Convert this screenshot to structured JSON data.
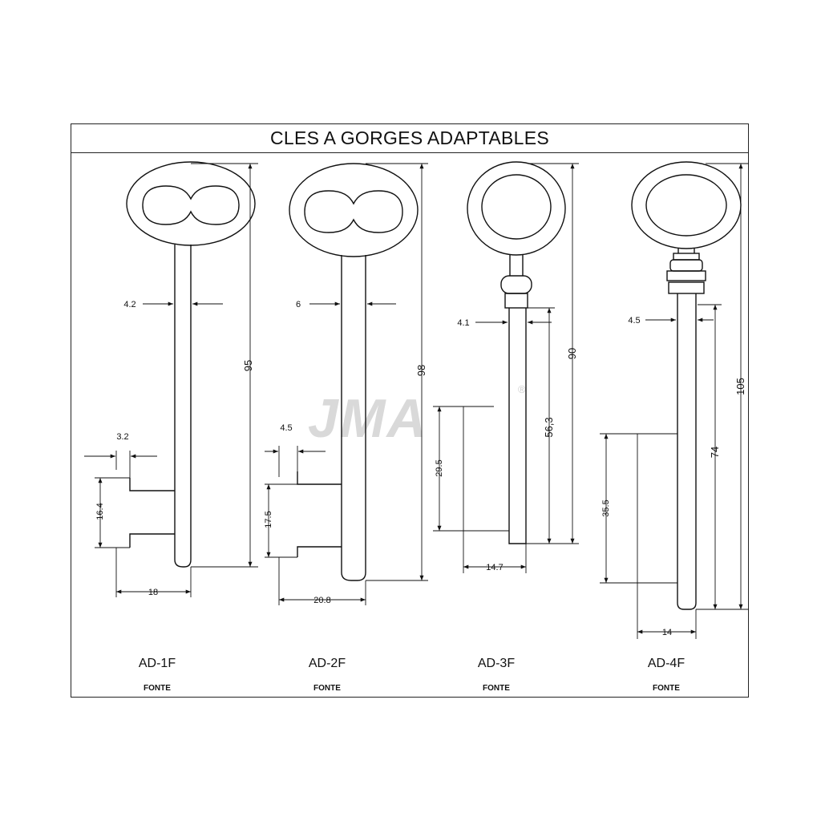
{
  "title": "CLES A GORGES ADAPTABLES",
  "watermark": {
    "text": "JMA",
    "registered": "®"
  },
  "keys": [
    {
      "model": "AD-1F",
      "material": "FONTE",
      "dims": {
        "length": "95",
        "shank": "4.2",
        "bit_thickness": "3.2",
        "bit_height": "16.4",
        "width": "18"
      }
    },
    {
      "model": "AD-2F",
      "material": "FONTE",
      "dims": {
        "length": "98",
        "shank": "6",
        "bit_thickness": "4.5",
        "bit_height": "17.5",
        "width": "20.8"
      }
    },
    {
      "model": "AD-3F",
      "material": "FONTE",
      "dims": {
        "length": "90",
        "shank": "4.1",
        "stem": "56,3",
        "bit_height": "29.5",
        "width": "14.7"
      }
    },
    {
      "model": "AD-4F",
      "material": "FONTE",
      "dims": {
        "length": "105",
        "shank": "4.5",
        "stem": "74",
        "bit_height": "35.5",
        "width": "14"
      }
    }
  ]
}
